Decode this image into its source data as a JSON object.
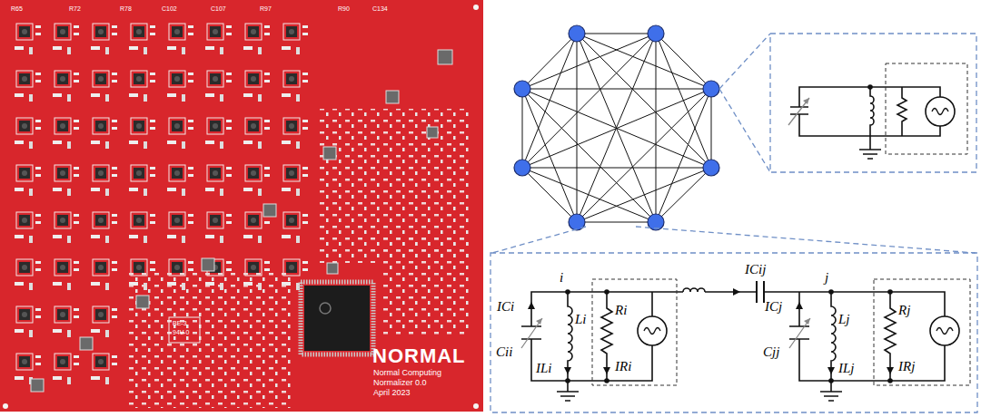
{
  "diagram": {
    "labels": [
      "NORMAL",
      "Normal Computing",
      "Normalizer 0.0",
      "April 2023",
      "BE-3",
      "94V-0",
      "R65",
      "R72",
      "R78",
      "C102",
      "C107",
      "R97",
      "R90",
      "C134",
      "ICi",
      "Cii",
      "i",
      "Li",
      "ILi",
      "Ri",
      "IRi",
      "ICij",
      "j",
      "ICj",
      "Cjj",
      "Lj",
      "ILj",
      "Rj",
      "IRj"
    ]
  }
}
